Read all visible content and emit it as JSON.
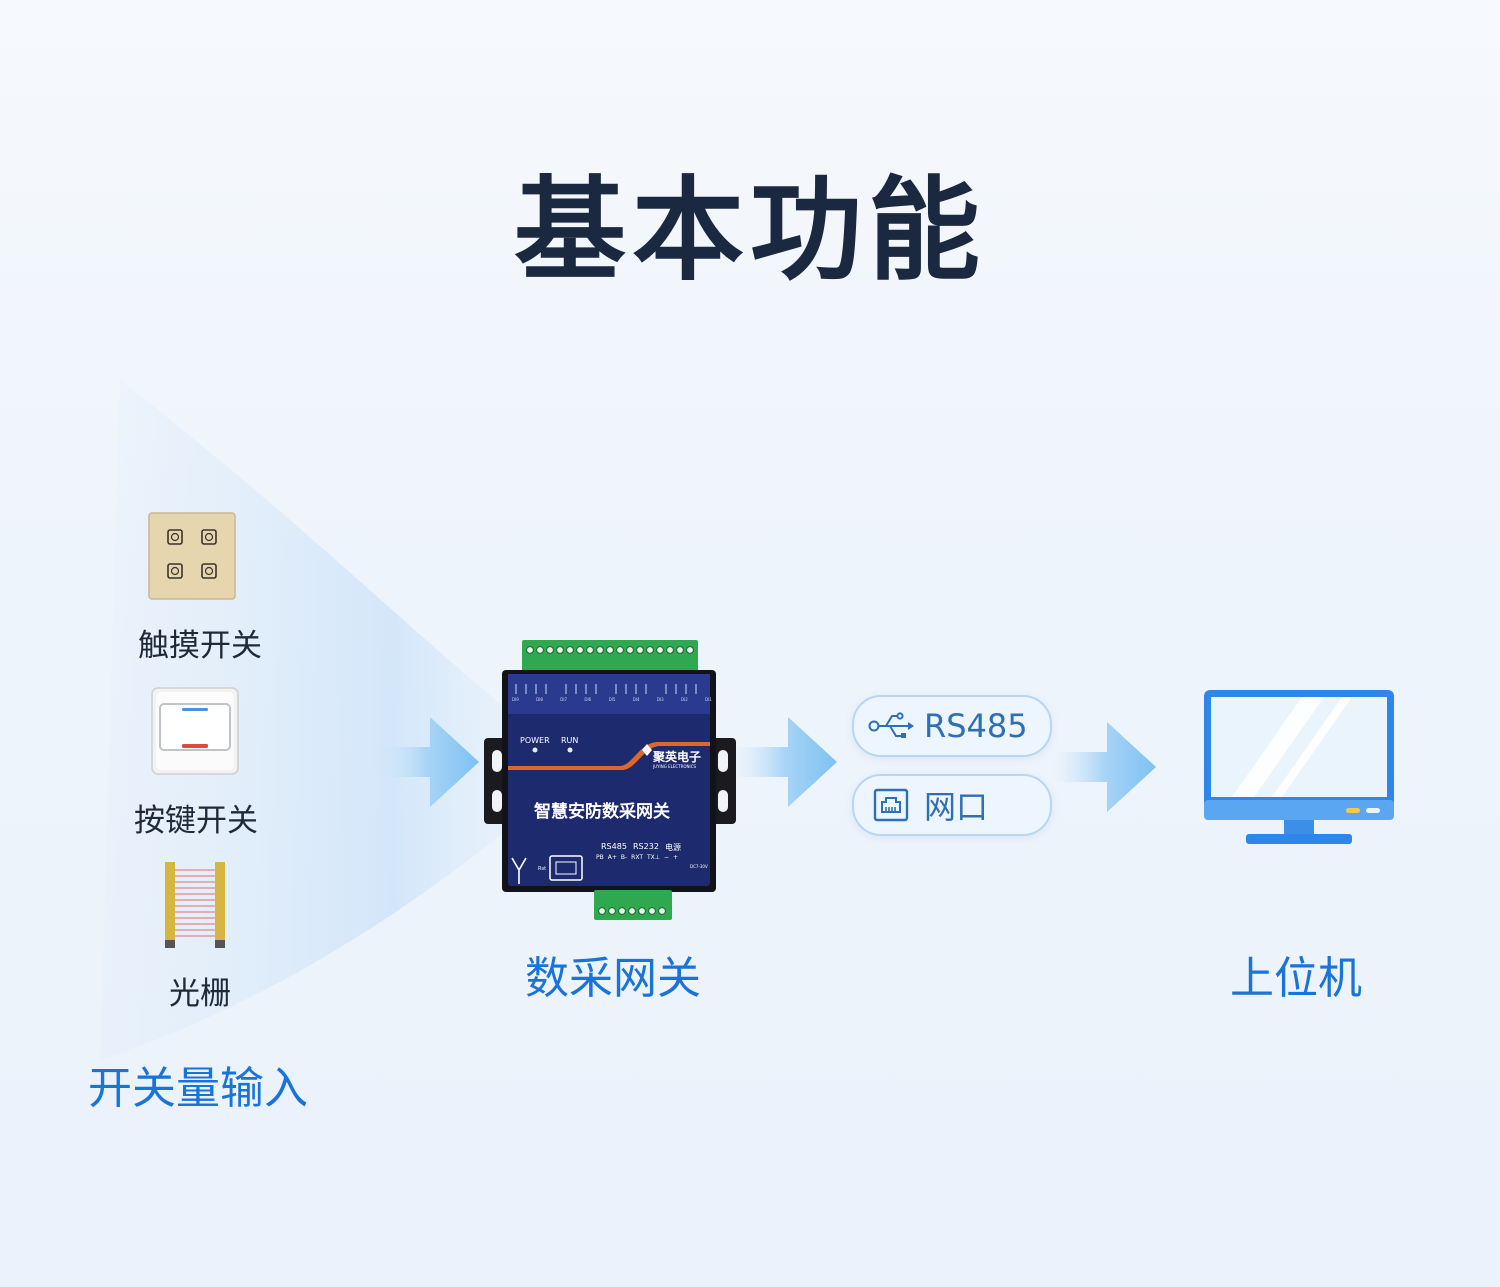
{
  "title": "基本功能",
  "inputs": {
    "heading": "开关量输入",
    "items": [
      {
        "label": "触摸开关",
        "icon": "touch-switch-icon"
      },
      {
        "label": "按键开关",
        "icon": "push-button-switch-icon"
      },
      {
        "label": "光栅",
        "icon": "light-curtain-icon"
      }
    ]
  },
  "gateway": {
    "label": "数采网关",
    "device": {
      "name": "智慧安防数采网关",
      "brand": "聚英电子",
      "brand_en": "JUYING ELECTRONICS",
      "indicators": [
        "POWER",
        "RUN"
      ],
      "port_groups": [
        "RS485",
        "RS232",
        "电源"
      ],
      "terminals": [
        "PB",
        "A+",
        "B-",
        "RXT",
        "TX⊥",
        "−",
        "+"
      ],
      "power_spec": "DC7-30V",
      "rst_label": "Rst",
      "di_labels": [
        "DI9",
        "DI8",
        "DI7",
        "DI6",
        "DI5",
        "DI4",
        "DI3",
        "DI2",
        "DI1"
      ]
    }
  },
  "interfaces": [
    {
      "label": "RS485",
      "icon": "usb-icon"
    },
    {
      "label": "网口",
      "icon": "ethernet-port-icon"
    }
  ],
  "host": {
    "label": "上位机",
    "icon": "monitor-icon"
  },
  "colors": {
    "title": "#1a2840",
    "accent": "#1a73d9",
    "pill_text": "#2f6fb5",
    "device_body": "#1e2a6e"
  }
}
